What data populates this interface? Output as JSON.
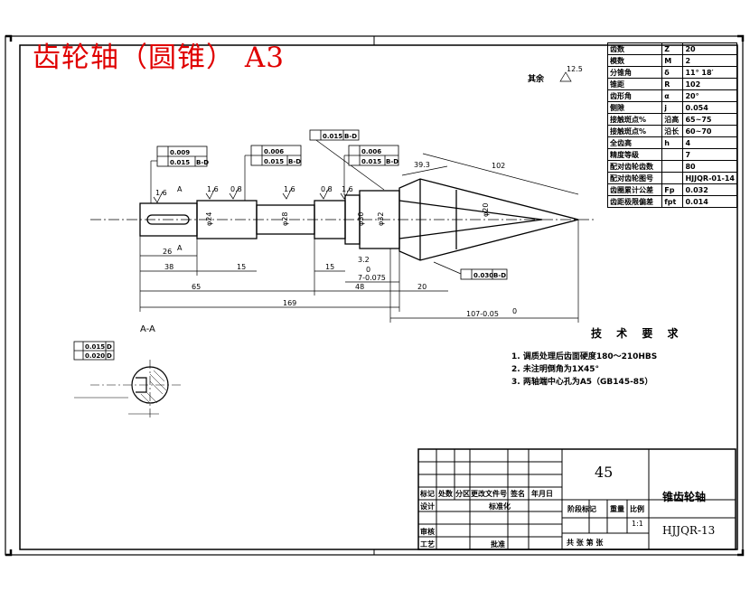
{
  "title": "齿轮轴（圆锥） A3",
  "roughness_note": {
    "label": "其余",
    "value": "12.5"
  },
  "params": [
    {
      "name": "齿数",
      "symbol": "Z",
      "value": "20"
    },
    {
      "name": "模数",
      "symbol": "M",
      "value": "2"
    },
    {
      "name": "分锥角",
      "symbol": "δ",
      "value": "11° 18′"
    },
    {
      "name": "锥距",
      "symbol": "R",
      "value": "102"
    },
    {
      "name": "齿形角",
      "symbol": "α",
      "value": "20°"
    },
    {
      "name": "侧隙",
      "symbol": "j",
      "value": "0.054"
    },
    {
      "name": "接触斑点%",
      "symbol": "沿高",
      "value": "65~75"
    },
    {
      "name": "接触斑点%",
      "symbol": "沿长",
      "value": "60~70"
    },
    {
      "name": "全齿高",
      "symbol": "h",
      "value": "4"
    },
    {
      "name": "精度等级",
      "symbol": "",
      "value": "7"
    },
    {
      "name": "配对齿轮齿数",
      "symbol": "",
      "value": "80"
    },
    {
      "name": "配对齿轮图号",
      "symbol": "",
      "value": "HJJQR-01-14"
    },
    {
      "name": "齿圈累计公差",
      "symbol": "Fp",
      "value": "0.032"
    },
    {
      "name": "齿距极限偏差",
      "symbol": "fpt",
      "value": "0.014"
    }
  ],
  "tolerances": {
    "t1": [
      "0.009",
      "0.015",
      "B-D"
    ],
    "t2": [
      "0.006",
      "0.015",
      "B-D"
    ],
    "t3": [
      "0.015",
      "B-D"
    ],
    "t4": [
      "0.006",
      "0.015",
      "B-D"
    ],
    "t5": [
      "0.030",
      "B-D"
    ],
    "sec1": [
      "0.015",
      "D"
    ],
    "sec2": [
      "0.020",
      "D"
    ]
  },
  "dims": {
    "d26": "26",
    "d38": "38",
    "d15a": "15",
    "d15b": "15",
    "d65": "65",
    "d48": "48",
    "d20": "20",
    "d169": "169",
    "d107": "107-0.05",
    "d7": "7-0.075",
    "d0": "0",
    "d102": "102",
    "d39": "39.3",
    "sectionA": "A",
    "sectionAA": "A-A",
    "dia1": "φ24",
    "dia2": "φ28",
    "dia3": "φ30",
    "dia4": "φ32",
    "dia5": "φ20",
    "r16": "1.6",
    "r08": "0.8",
    "r32": "3.2"
  },
  "tech": {
    "heading": "技 术 要 求",
    "items": [
      "1.   调质处理后齿面硬度180～210HBS",
      "2.   未注明倒角为1X45°",
      "3.   两轴端中心孔为A5（GB145-85）"
    ]
  },
  "titleblock": {
    "material": "45",
    "name": "锥齿轮轴",
    "code": "HJJQR-13",
    "row_labels": [
      "标记",
      "处数",
      "分区",
      "更改文件号",
      "签名",
      "年月日"
    ],
    "design": "设计",
    "std": "标准化",
    "stage": "阶段标记",
    "weight": "重量",
    "scale": "比例",
    "scale_val": "1:1",
    "check": "审核",
    "process": "工艺",
    "approve": "批准",
    "sheets": "共  张  第  张"
  }
}
